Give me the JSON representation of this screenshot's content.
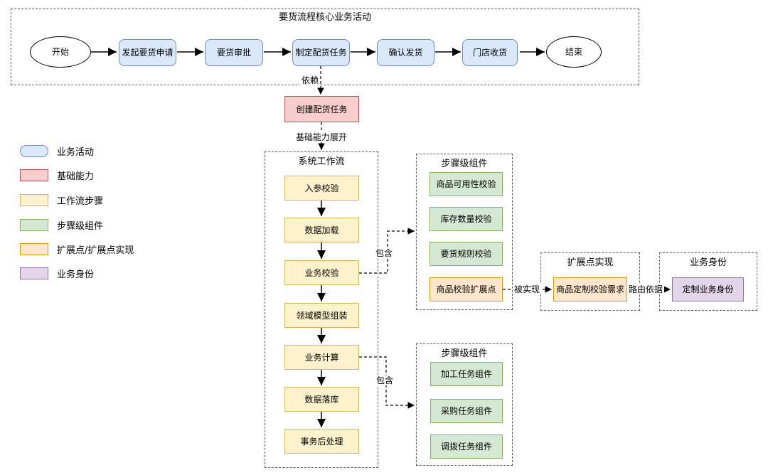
{
  "diagram": {
    "top_flow": {
      "title": "要货流程核心业务活动",
      "start": "开始",
      "end": "结束",
      "steps": [
        "发起要货申请",
        "要货审批",
        "制定配货任务",
        "确认发货",
        "门店收货"
      ]
    },
    "capability": {
      "label": "创建配货任务"
    },
    "edges": {
      "depends": "依赖",
      "expand": "基础能力展开",
      "contains_top": "包含",
      "contains_bottom": "包含",
      "implemented": "被实现",
      "route": "路由依据"
    },
    "workflow": {
      "title": "系统工作流",
      "steps": [
        "入参校验",
        "数据加载",
        "业务校验",
        "领域模型组装",
        "业务计算",
        "数据落库",
        "事务后处理"
      ]
    },
    "validation_components": {
      "title": "步骤级组件",
      "items": [
        "商品可用性校验",
        "库存数量校验",
        "要货规则校验"
      ],
      "extension_point": "商品校验扩展点"
    },
    "extension_impl": {
      "title": "扩展点实现",
      "item": "商品定制校验需求"
    },
    "business_identity": {
      "title": "业务身份",
      "item": "定制业务身份"
    },
    "task_components": {
      "title": "步骤级组件",
      "items": [
        "加工任务组件",
        "采购任务组件",
        "调拨任务组件"
      ]
    },
    "legend": {
      "items": [
        {
          "label": "业务活动",
          "fill": "#dae8fc",
          "stroke": "#6c8ebf"
        },
        {
          "label": "基础能力",
          "fill": "#f8cecc",
          "stroke": "#b85450"
        },
        {
          "label": "工作流步骤",
          "fill": "#fff2cc",
          "stroke": "#d6b656"
        },
        {
          "label": "步骤级组件",
          "fill": "#d5e8d4",
          "stroke": "#82b366"
        },
        {
          "label": "扩展点/扩展点实现",
          "fill": "#ffe6cc",
          "stroke": "#d79b00"
        },
        {
          "label": "业务身份",
          "fill": "#e1d5e7",
          "stroke": "#9673a6"
        }
      ]
    }
  }
}
